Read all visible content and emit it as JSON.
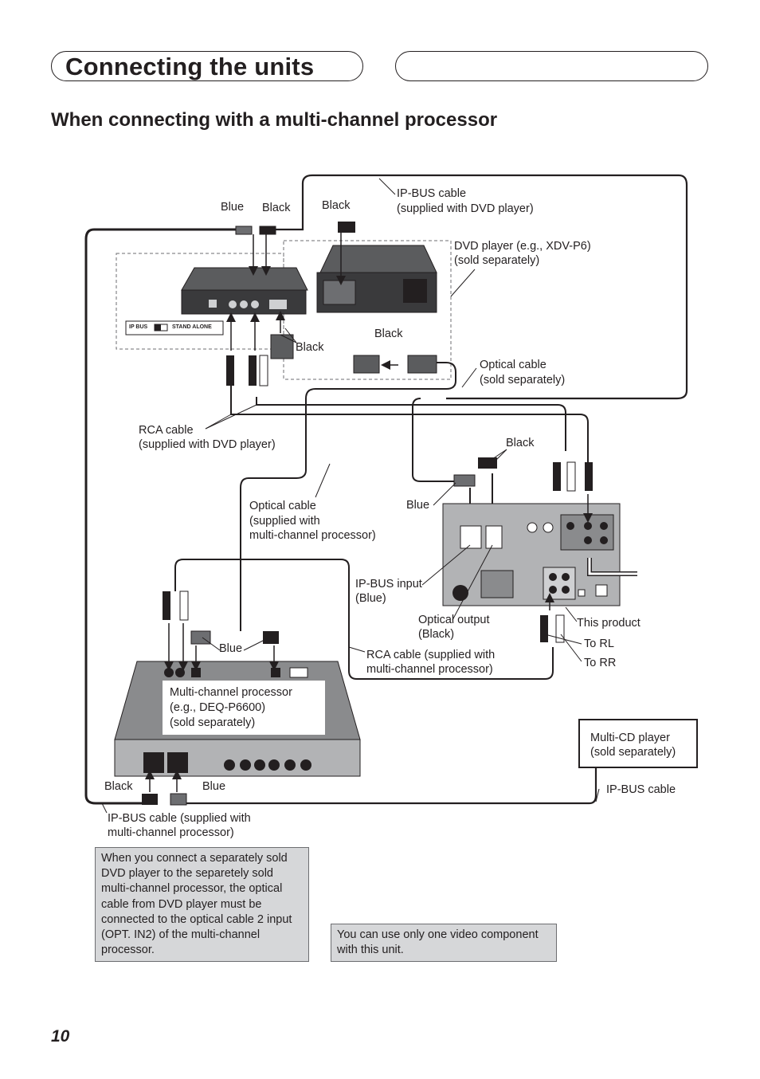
{
  "header": {
    "section_title": "Connecting the units",
    "subtitle": "When connecting with a multi-channel processor"
  },
  "labels": {
    "ipbus_top_blue": "Blue",
    "ipbus_top_black": "Black",
    "dvd_plug_black": "Black",
    "ipbus_cable_dvd_1": "IP-BUS cable",
    "ipbus_cable_dvd_2": "(supplied with DVD player)",
    "dvd_player_1": "DVD player (e.g., XDV-P6)",
    "dvd_player_2": "(sold separately)",
    "switch_ipbus": "IP BUS",
    "switch_standalone": "STAND ALONE",
    "optical_black_right": "Black",
    "optical_black_left": "Black",
    "optical_cable_sold_1": "Optical cable",
    "optical_cable_sold_2": "(sold separately)",
    "rca_dvd_1": "RCA cable",
    "rca_dvd_2": "(supplied with DVD player)",
    "product_black": "Black",
    "product_blue": "Blue",
    "optical_mcp_1": "Optical cable",
    "optical_mcp_2": "(supplied with",
    "optical_mcp_3": "multi-channel processor)",
    "ipbus_input_1": "IP-BUS input",
    "ipbus_input_2": "(Blue)",
    "optical_output_1": "Optical output",
    "optical_output_2": "(Black)",
    "this_product": "This product",
    "to_rl": "To RL",
    "to_rr": "To RR",
    "proc_blue": "Blue",
    "rca_mcp_1": "RCA cable (supplied with",
    "rca_mcp_2": "multi-channel processor)",
    "processor_1": "Multi-channel processor",
    "processor_2": "(e.g., DEQ-P6600)",
    "processor_3": "(sold separately)",
    "multicd_1": "Multi-CD player",
    "multicd_2": "(sold separately)",
    "bottom_black": "Black",
    "bottom_blue": "Blue",
    "ipbus_cable_right": "IP-BUS cable",
    "ipbus_mcp_1": "IP-BUS cable (supplied with",
    "ipbus_mcp_2": "multi-channel processor)"
  },
  "notes": {
    "left": "When you connect a separately sold DVD player to the separetely sold multi-channel processor, the optical cable from DVD player must be connected to the optical cable 2 input (OPT. IN2) of the multi-channel processor.",
    "right": "You can use only one video component with this unit."
  },
  "page_number": "10",
  "colors": {
    "text": "#231f20",
    "note_fill": "#d6d7d9",
    "device_dark": "#3a3a3c",
    "device_mid": "#8a8b8d",
    "device_light": "#cfd0d2"
  }
}
